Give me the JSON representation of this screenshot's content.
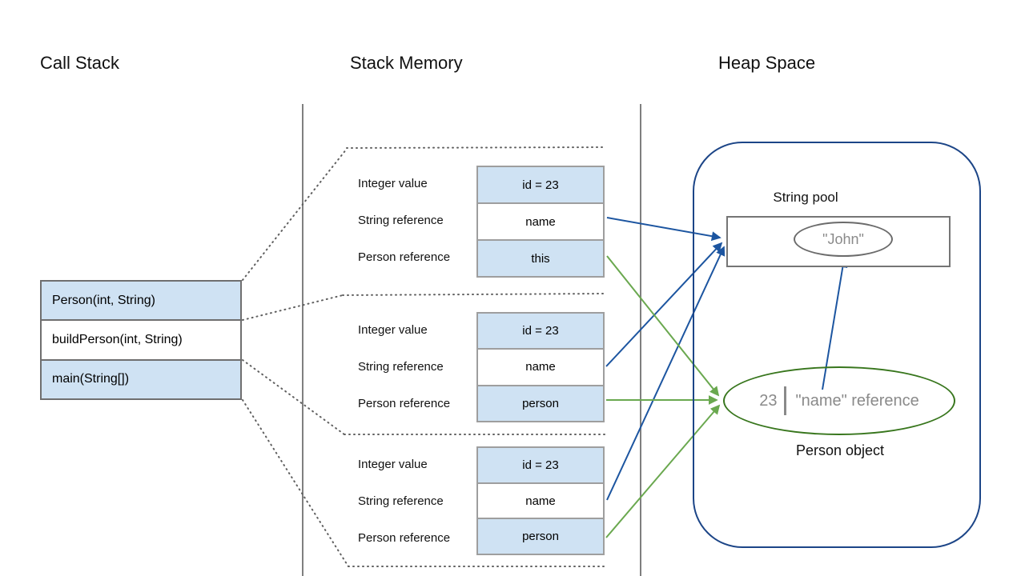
{
  "titles": {
    "call_stack": "Call Stack",
    "stack_memory": "Stack Memory",
    "heap_space": "Heap Space"
  },
  "call_stack": {
    "frames": [
      "Person(int, String)",
      "buildPerson(int, String)",
      "main(String[])"
    ]
  },
  "stack_memory": {
    "row_labels": [
      "Integer value",
      "String reference",
      "Person reference"
    ],
    "frames": [
      [
        "id = 23",
        "name",
        "this"
      ],
      [
        "id = 23",
        "name",
        "person"
      ],
      [
        "id = 23",
        "name",
        "person"
      ]
    ]
  },
  "heap": {
    "string_pool_label": "String pool",
    "string_value": "\"John\"",
    "person_object": {
      "id_value": "23",
      "reference_text": "\"name\" reference",
      "caption": "Person object"
    }
  },
  "colors": {
    "box_fill_blue": "#cfe2f3",
    "arrow_blue": "#1c55a0",
    "arrow_green": "#6aa84f",
    "heap_border_blue": "#1c4587",
    "person_ellipse_green": "#38761d",
    "gray_text": "#8a8a8a"
  }
}
